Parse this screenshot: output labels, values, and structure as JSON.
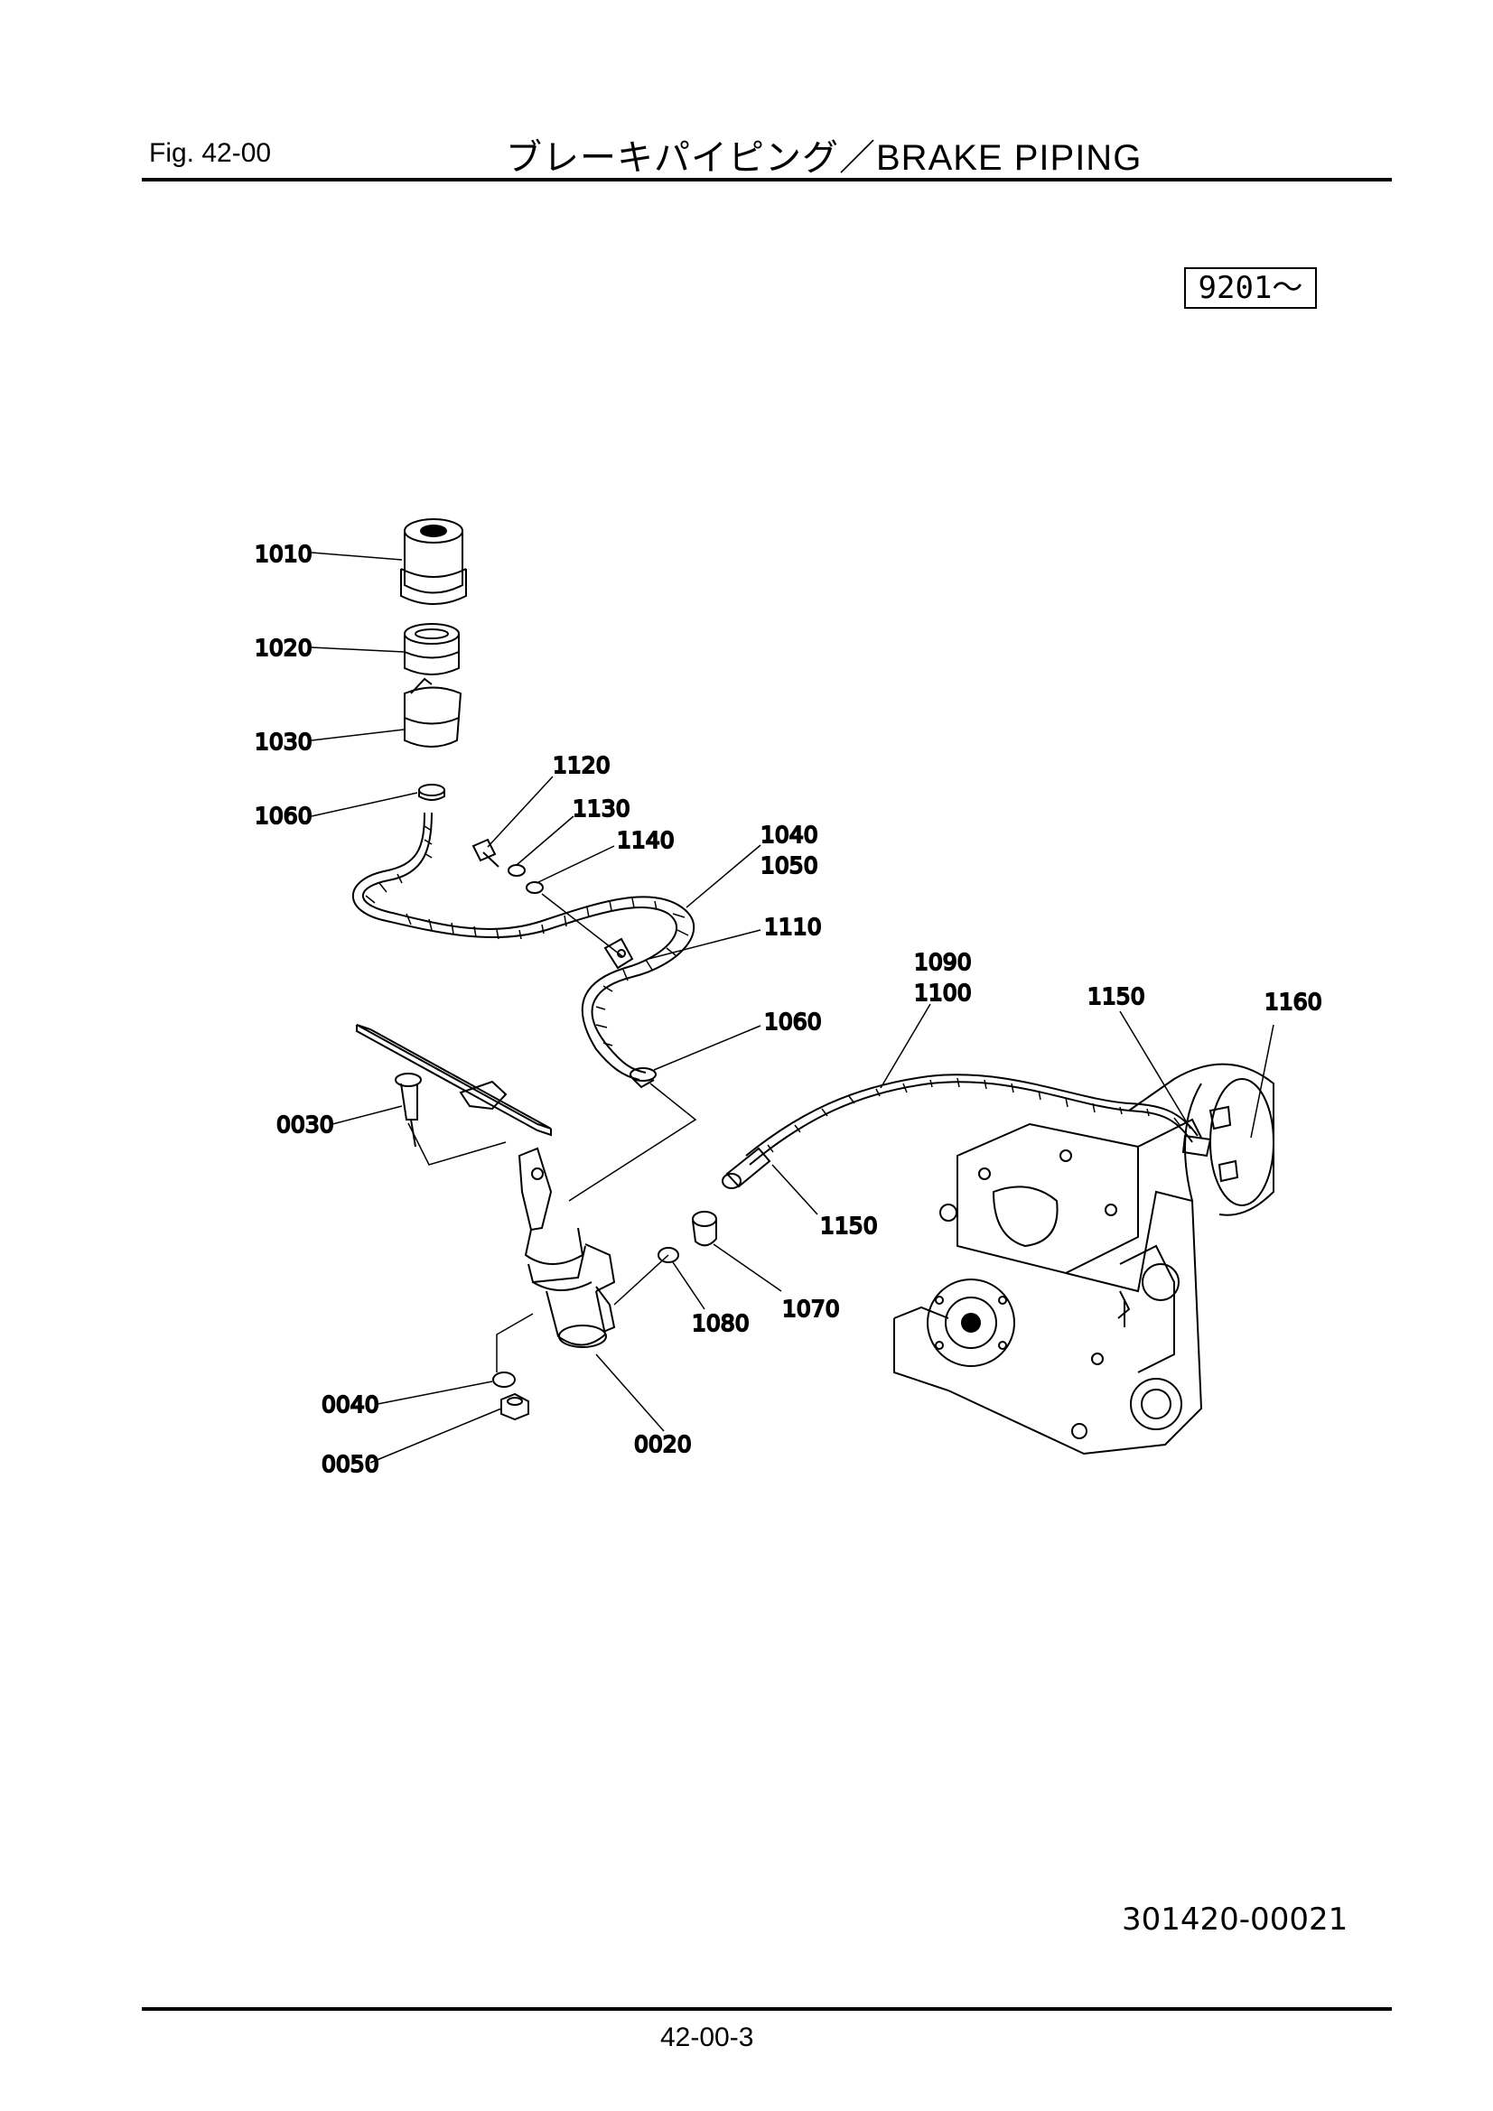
{
  "header": {
    "fig_label": "Fig.  42-00",
    "title": "ブレーキパイピング／BRAKE  PIPING"
  },
  "serial_range": "9201～",
  "diagram": {
    "part_labels": [
      {
        "id": "p1010",
        "text": "1010"
      },
      {
        "id": "p1020",
        "text": "1020"
      },
      {
        "id": "p1030",
        "text": "1030"
      },
      {
        "id": "p1060a",
        "text": "1060"
      },
      {
        "id": "p1120",
        "text": "1120"
      },
      {
        "id": "p1130",
        "text": "1130"
      },
      {
        "id": "p1140",
        "text": "1140"
      },
      {
        "id": "p1040",
        "text": "1040"
      },
      {
        "id": "p1050",
        "text": "1050"
      },
      {
        "id": "p1110",
        "text": "1110"
      },
      {
        "id": "p1090",
        "text": "1090"
      },
      {
        "id": "p1100",
        "text": "1100"
      },
      {
        "id": "p1150a",
        "text": "1150"
      },
      {
        "id": "p1160",
        "text": "1160"
      },
      {
        "id": "p1060b",
        "text": "1060"
      },
      {
        "id": "p0030",
        "text": "0030"
      },
      {
        "id": "p1150b",
        "text": "1150"
      },
      {
        "id": "p1080",
        "text": "1080"
      },
      {
        "id": "p1070",
        "text": "1070"
      },
      {
        "id": "p0040",
        "text": "0040"
      },
      {
        "id": "p0020",
        "text": "0020"
      },
      {
        "id": "p0050",
        "text": "0050"
      }
    ]
  },
  "footer": {
    "drawing_number": "301420-00021",
    "page_number": "42-00-3"
  }
}
